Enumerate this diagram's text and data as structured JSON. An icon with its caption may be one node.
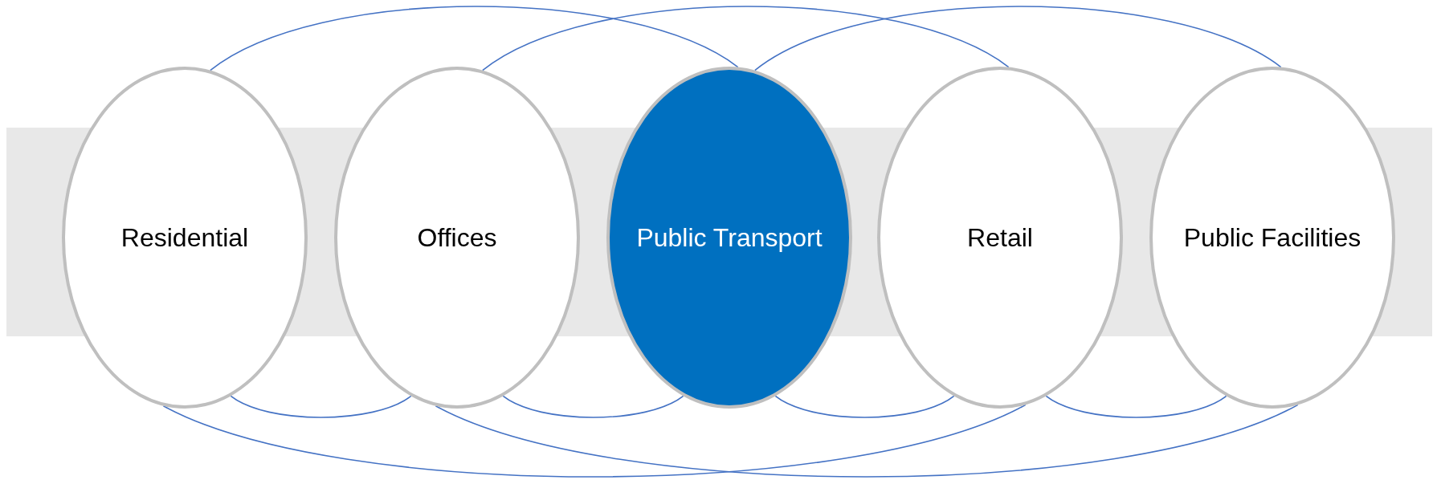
{
  "diagram": {
    "nodes": [
      {
        "text": [
          "Residential"
        ]
      },
      {
        "text": [
          "Offices"
        ]
      },
      {
        "text": [
          "Public Transport"
        ]
      },
      {
        "text": [
          "Retail"
        ]
      },
      {
        "text": [
          "Public Facilities"
        ]
      }
    ],
    "edges": [
      {
        "from": 0,
        "to": 2,
        "arrow": "none"
      },
      {
        "from": 1,
        "to": 3,
        "arrow": "none"
      },
      {
        "from": 2,
        "to": 4,
        "arrow": "none"
      },
      {
        "from": 0,
        "to": 1,
        "arrow": "none"
      },
      {
        "from": 1,
        "to": 2,
        "arrow": "none"
      },
      {
        "from": 2,
        "to": 3,
        "arrow": "none"
      },
      {
        "from": 3,
        "to": 4,
        "arrow": "none"
      },
      {
        "from": 0,
        "to": 3,
        "arrow": "none"
      },
      {
        "from": 1,
        "to": 4,
        "arrow": "none"
      }
    ]
  }
}
